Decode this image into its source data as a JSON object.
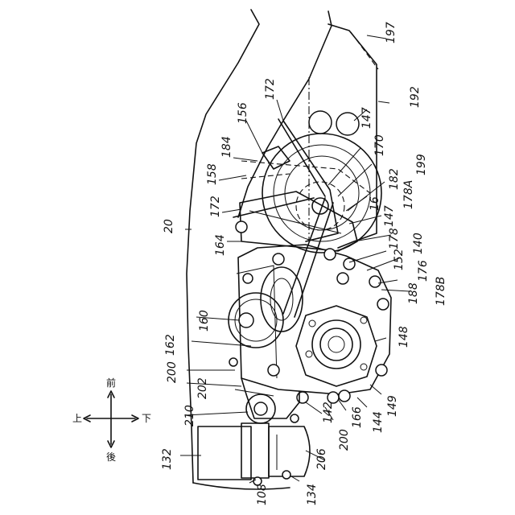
{
  "figure": {
    "reference_numerals": {
      "n20": "20",
      "n108": "108",
      "n132": "132",
      "n134": "134",
      "n140": "140",
      "n142": "142",
      "n144": "144",
      "n147a": "147",
      "n147b": "147",
      "n148": "148",
      "n149": "149",
      "n152": "152",
      "n156": "156",
      "n158": "158",
      "n160": "160",
      "n162": "162",
      "n164": "164",
      "n166": "166",
      "n170": "170",
      "n172a": "172",
      "n172b": "172",
      "n176": "176",
      "n178": "178",
      "n178A": "178A",
      "n178B": "178B",
      "n182": "182",
      "n184": "184",
      "n188": "188",
      "n192": "192",
      "n197": "197",
      "n199": "199",
      "n200a": "200",
      "n200b": "200",
      "n202": "202",
      "n206": "206",
      "n210": "210",
      "n16": "16"
    },
    "directions": {
      "front": "前",
      "rear": "後",
      "up": "上",
      "down": "下"
    }
  }
}
